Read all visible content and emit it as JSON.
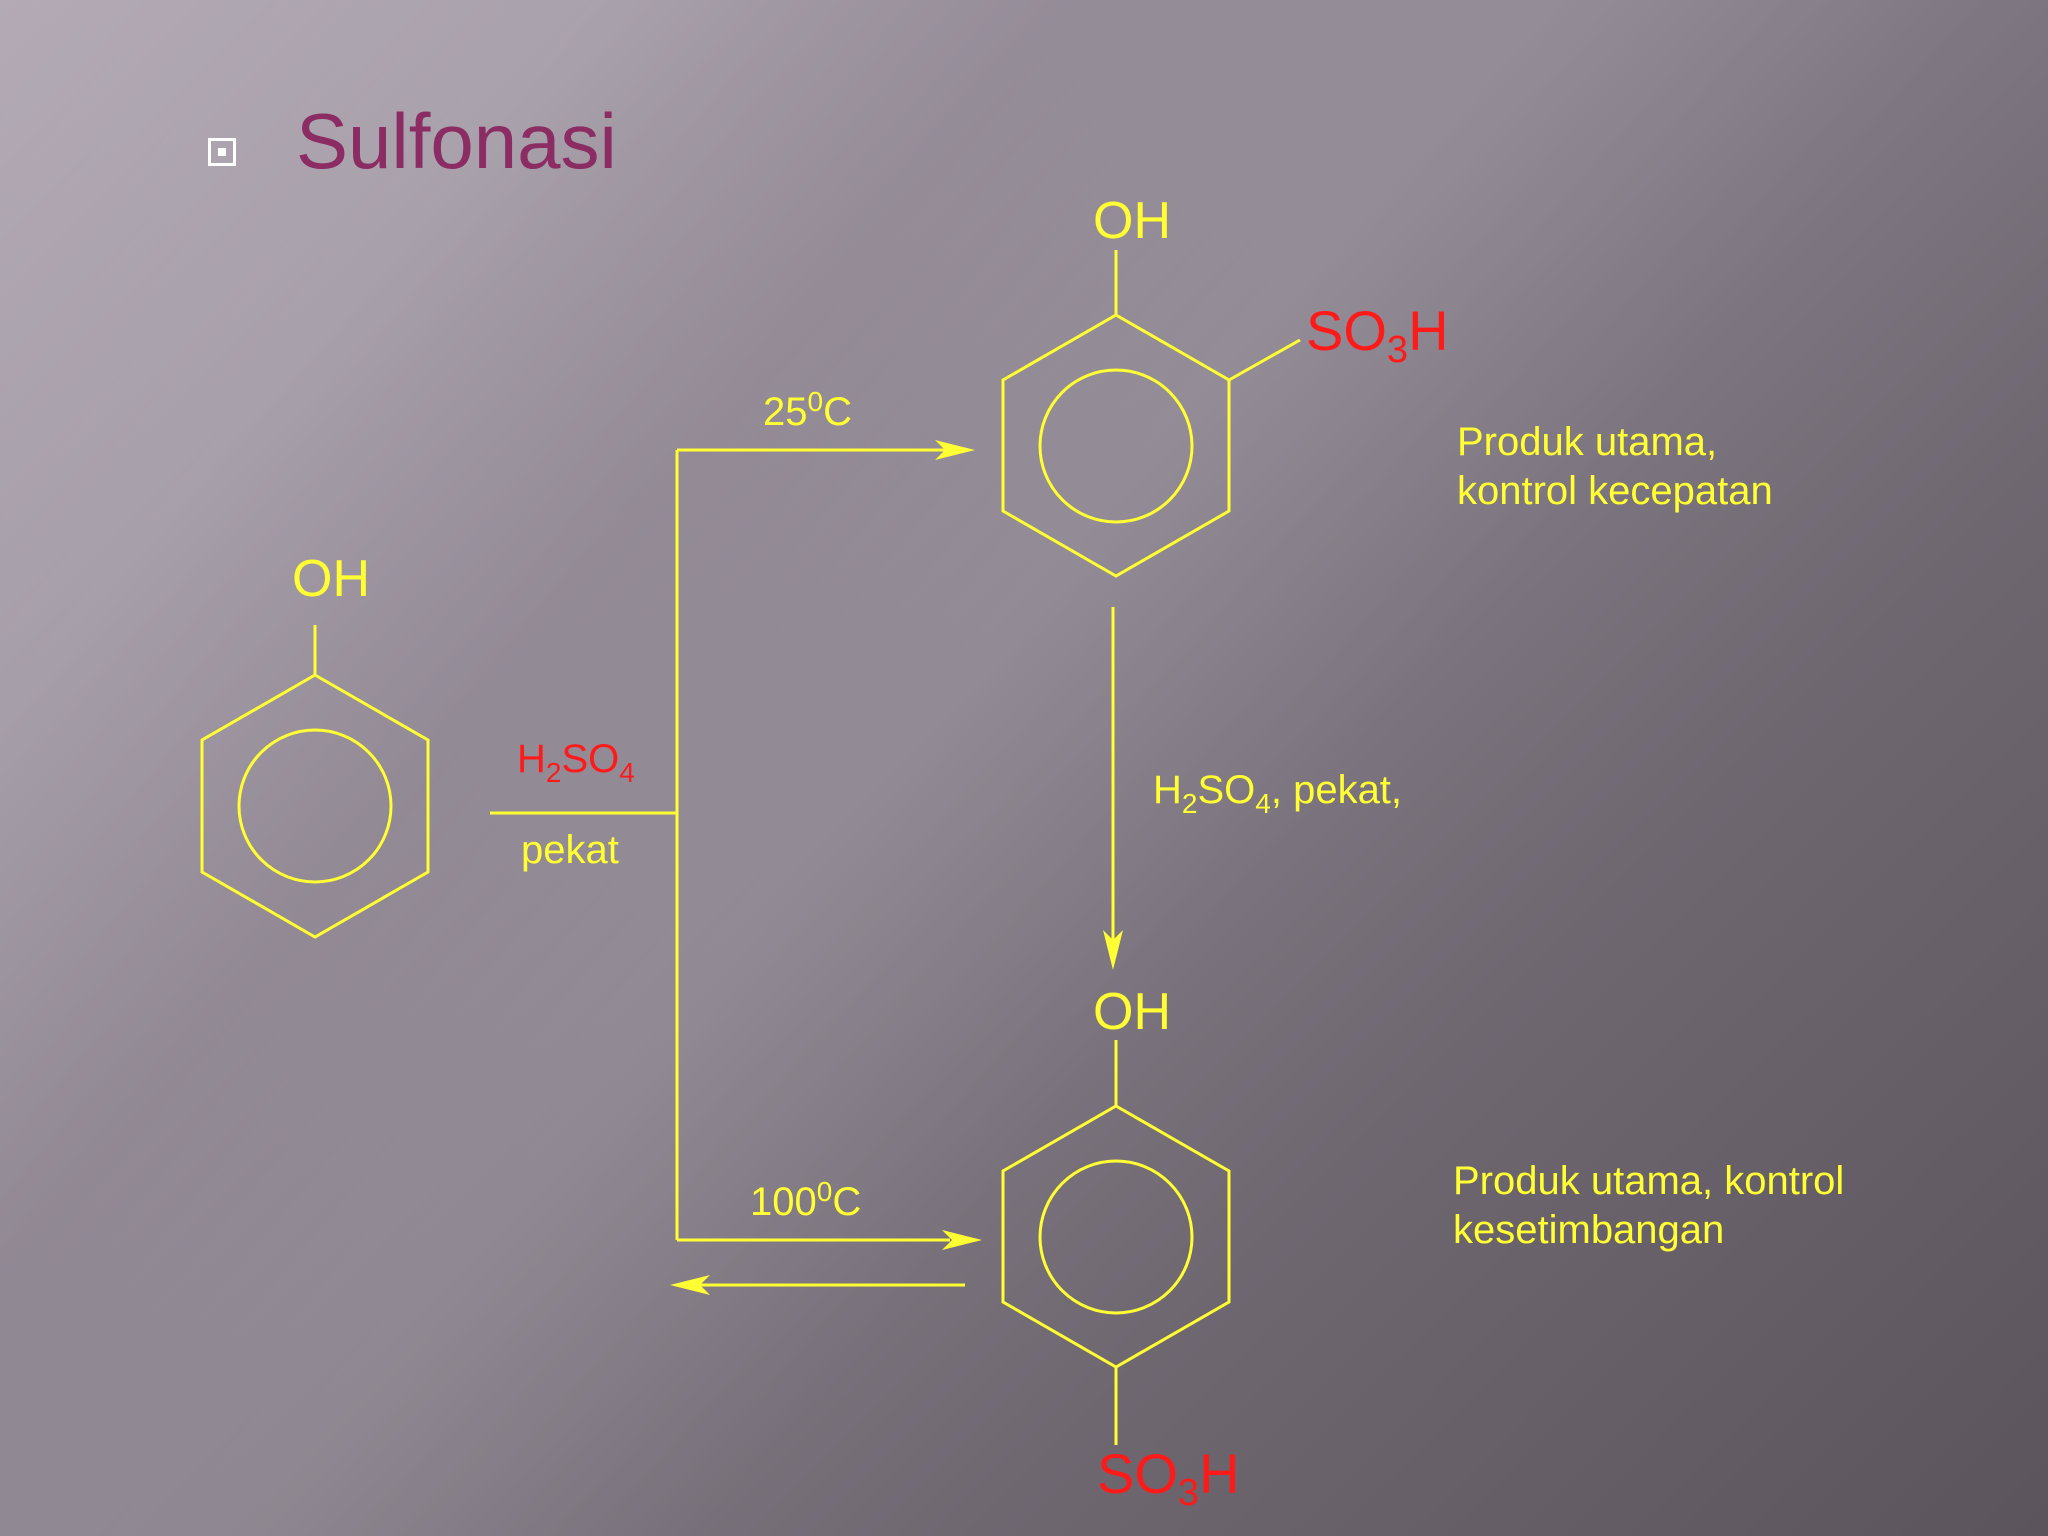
{
  "slide": {
    "title": "Sulfonasi"
  },
  "reactant": {
    "oh": "OH"
  },
  "reagent": {
    "h2so4": {
      "h": "H",
      "h_sub": "2",
      "so": "SO",
      "so_sub": "4"
    },
    "pekat": "pekat"
  },
  "condition_top": {
    "base": "25",
    "sup": "0",
    "unit": "C"
  },
  "condition_bottom": {
    "base": "100",
    "sup": "0",
    "unit": "C"
  },
  "product_top": {
    "oh": "OH",
    "so3h": {
      "so": "SO",
      "sub": "3",
      "h": "H"
    },
    "note_line1": "Produk utama,",
    "note_line2": "kontrol kecepatan"
  },
  "vertical_condition": {
    "h": "H",
    "h_sub": "2",
    "so": "SO",
    "so_sub": "4",
    "rest": ", pekat,"
  },
  "product_bottom": {
    "oh": "OH",
    "so3h": {
      "so": "SO",
      "sub": "3",
      "h": "H"
    },
    "note_line1": "Produk utama, kontrol",
    "note_line2": "kesetimbangan"
  },
  "colors": {
    "title": "#8b2c63",
    "structure": "#ffff33",
    "reagent": "#ff1a1a",
    "bullet": "#ffffff"
  }
}
